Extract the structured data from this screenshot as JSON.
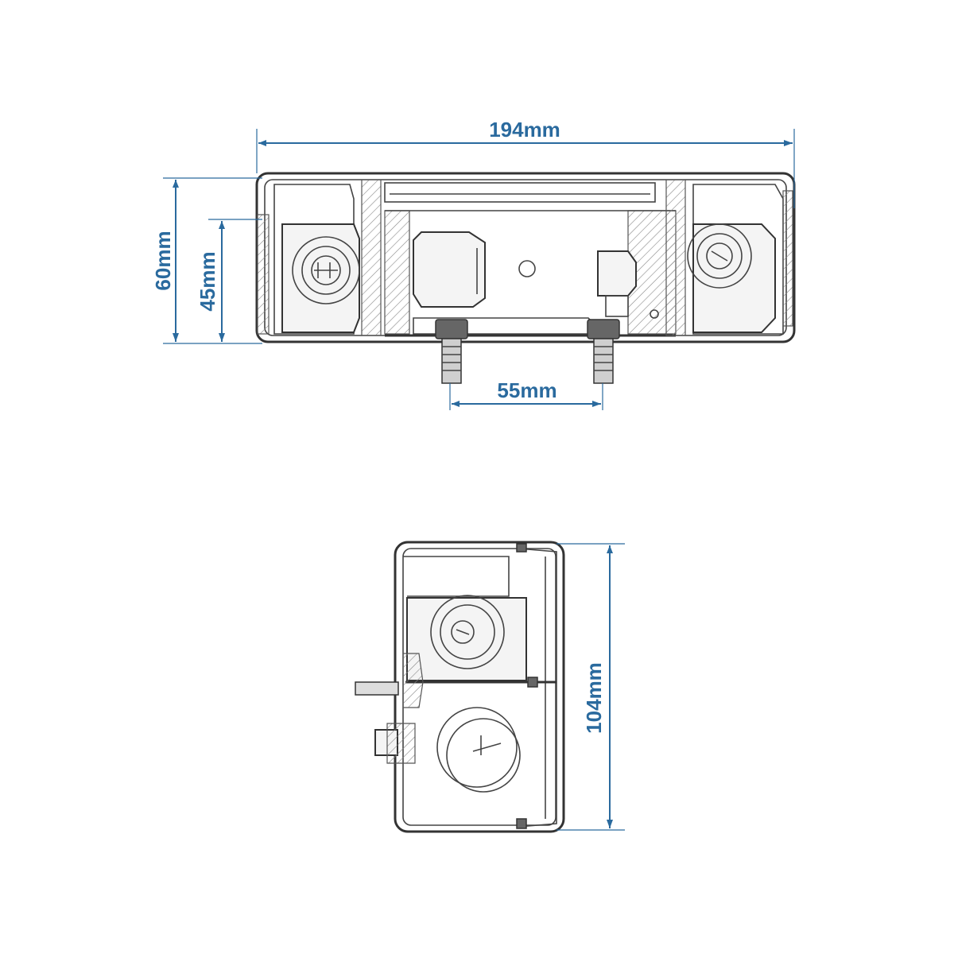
{
  "dimensions": {
    "overall_width": "194mm",
    "overall_height": "60mm",
    "inner_height": "45mm",
    "stud_spacing": "55mm",
    "side_depth": "104mm"
  },
  "colors": {
    "dimension": "#2a6a9e",
    "linework": "#333333"
  }
}
